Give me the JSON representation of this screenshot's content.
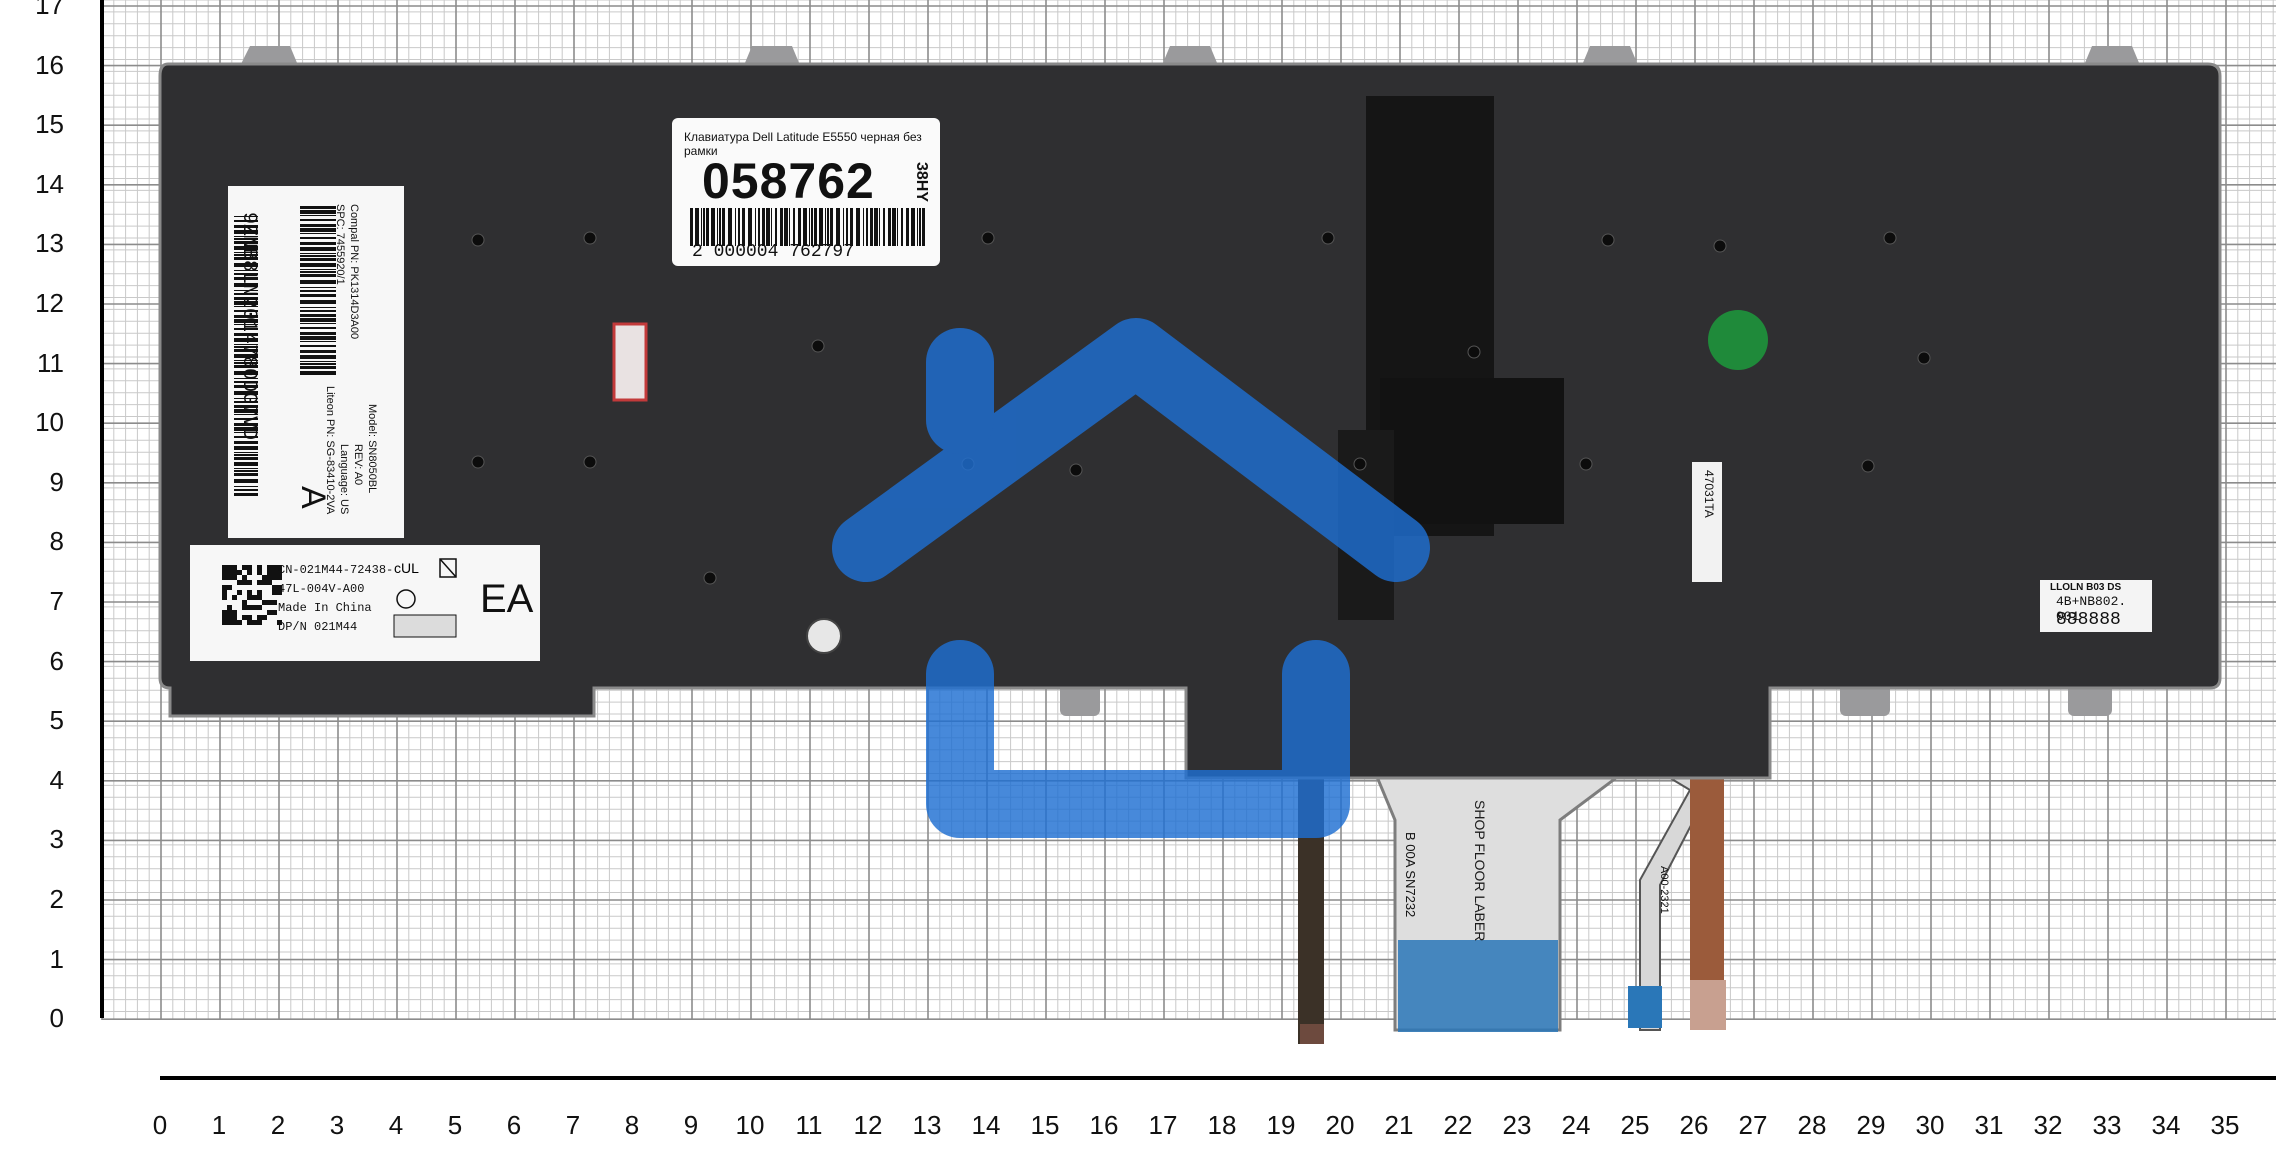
{
  "axes": {
    "y_ticks": [
      "17",
      "16",
      "15",
      "14",
      "13",
      "12",
      "11",
      "10",
      "9",
      "8",
      "7",
      "6",
      "5",
      "4",
      "3",
      "2",
      "1",
      "0"
    ],
    "x_ticks": [
      "0",
      "1",
      "2",
      "3",
      "4",
      "5",
      "6",
      "7",
      "8",
      "9",
      "10",
      "11",
      "12",
      "13",
      "14",
      "15",
      "16",
      "17",
      "18",
      "19",
      "20",
      "21",
      "22",
      "23",
      "24",
      "25",
      "26",
      "27",
      "28",
      "29",
      "30",
      "31",
      "32",
      "33",
      "34",
      "35"
    ]
  },
  "labels": {
    "price_title": "Клавиатура Dell Latitude E5550 черная без рамки",
    "price_code": "058762",
    "price_side": "38HY",
    "price_barcode_digits": "2 000004 762797",
    "left_serial": "9ZNB8LN2014780DG7VD",
    "left_compal": "Compal PN: PK1314D3A00",
    "left_model": "Model: SN8050BL",
    "left_rev": "REV: A0",
    "left_lang": "Language: US",
    "left_liteon": "Liteon PN: SG-83410-2VA",
    "left_spc": "SPC: 7455920/1",
    "left_letter": "A",
    "cn_line1": "CN-021M44-72438-",
    "cn_line2": "47L-004V-A00",
    "cn_line3": "Made In China",
    "cn_line4": "DP/N 021M44",
    "cn_side_letter": "EA",
    "right_line1": "LLOLN B03 DS",
    "right_line2": "4B+NB802. 001",
    "right_line3": "888888",
    "cable_tag": "47031TA",
    "flex_label1": "SHOP FLOOR LABER",
    "flex_label2": "B 00A SN7232",
    "flex_label3": "A00-2321"
  },
  "colors": {
    "keyboard": "#2f2f31",
    "watermark": "#1f6fd2",
    "sticker_green": "#1f8a3a",
    "flex_blue": "#2a77b8",
    "ribbon_copper": "#8a4a2c"
  }
}
